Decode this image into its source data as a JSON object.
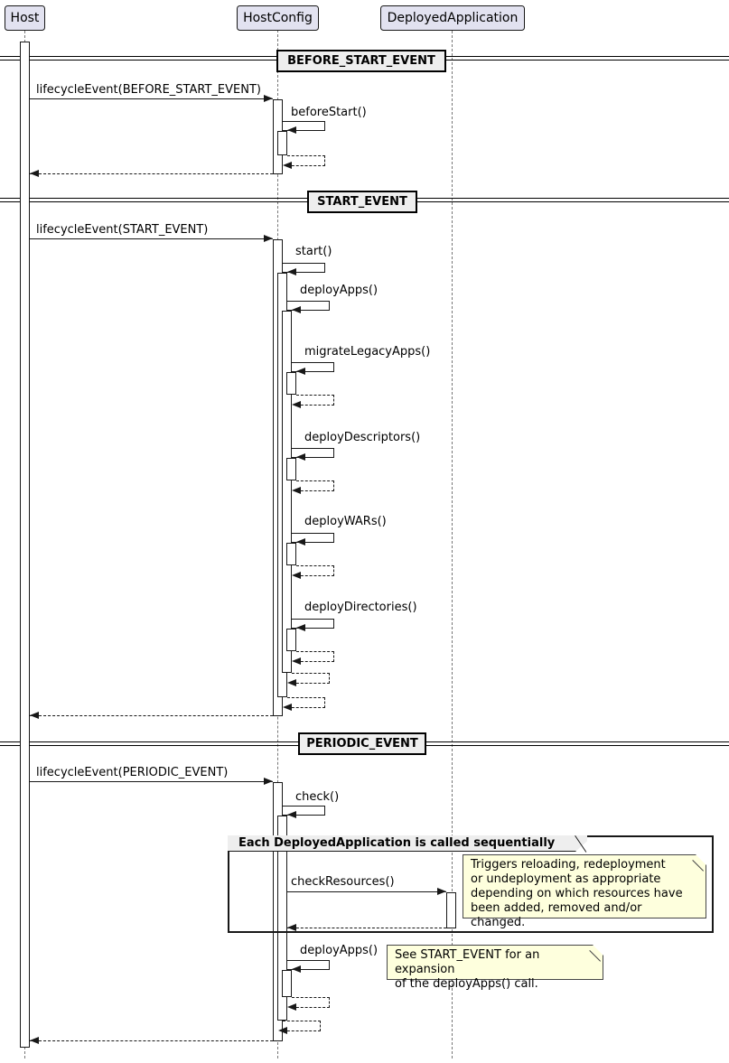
{
  "participants": {
    "host": "Host",
    "host_config": "HostConfig",
    "deployed_application": "DeployedApplication"
  },
  "dividers": {
    "before_start": "BEFORE_START_EVENT",
    "start": "START_EVENT",
    "periodic": "PERIODIC_EVENT"
  },
  "messages": {
    "lifecycle_before_start": "lifecycleEvent(BEFORE_START_EVENT)",
    "before_start": "beforeStart()",
    "lifecycle_start": "lifecycleEvent(START_EVENT)",
    "start": "start()",
    "deploy_apps": "deployApps()",
    "migrate_legacy_apps": "migrateLegacyApps()",
    "deploy_descriptors": "deployDescriptors()",
    "deploy_wars": "deployWARs()",
    "deploy_directories": "deployDirectories()",
    "lifecycle_periodic": "lifecycleEvent(PERIODIC_EVENT)",
    "check": "check()",
    "check_resources": "checkResources()",
    "deploy_apps_periodic": "deployApps()"
  },
  "group": {
    "label": "Each DeployedApplication is called sequentially"
  },
  "notes": {
    "check_resources_note": "Triggers reloading, redeployment\nor undeployment as appropriate\ndepending on which resources have\nbeen added, removed and/or changed.",
    "deploy_apps_note": "See START_EVENT for an expansion\nof the deployApps() call."
  },
  "colors": {
    "participant_fill": "#E2E2F0",
    "participant_border": "#181818",
    "note_fill": "#FEFFDD",
    "divider_fill": "#EEEEEE",
    "line": "#181818",
    "lifeline": "#777777"
  }
}
